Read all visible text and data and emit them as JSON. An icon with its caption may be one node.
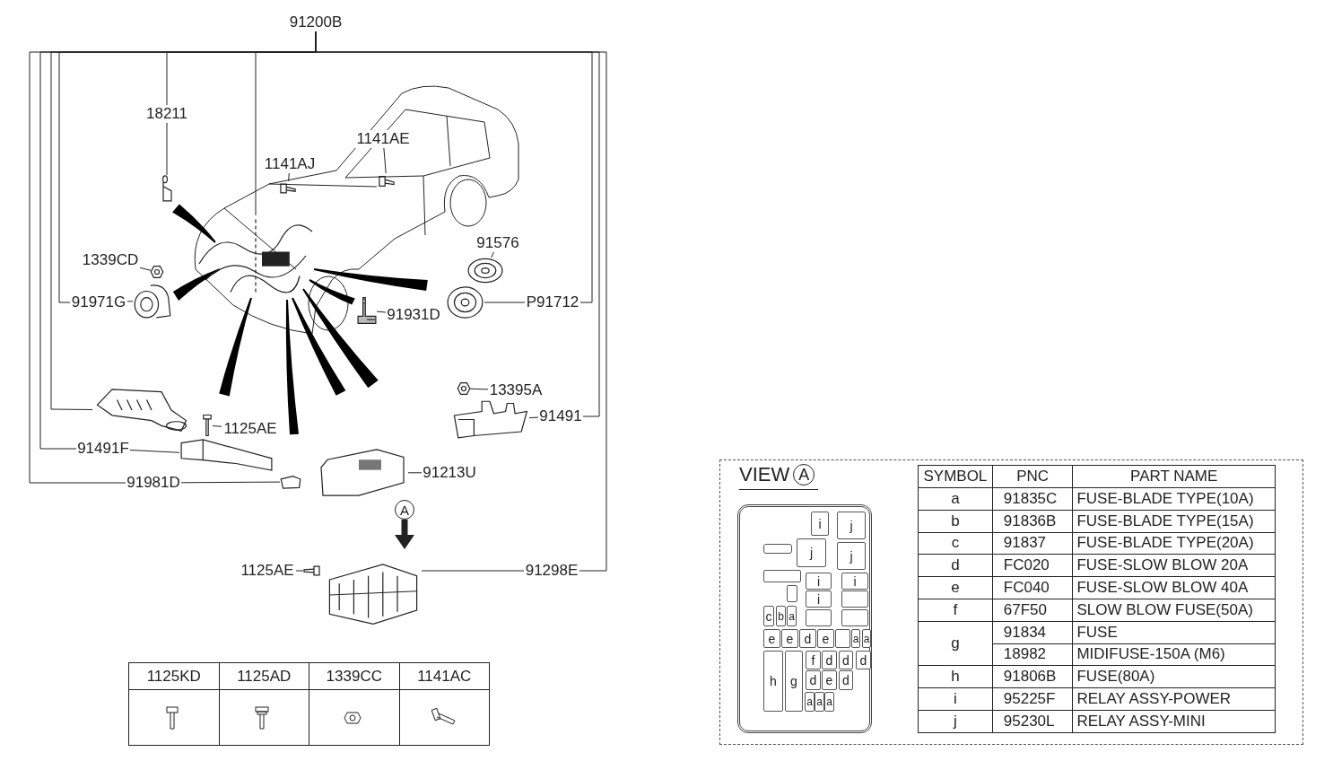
{
  "diagram": {
    "nodes": [
      {
        "text": [
          "91200B"
        ]
      },
      {
        "text": [
          "18211"
        ]
      },
      {
        "text": [
          "1141AJ"
        ]
      },
      {
        "text": [
          "1141AE"
        ]
      },
      {
        "text": [
          "1339CD"
        ]
      },
      {
        "text": [
          "91971G"
        ]
      },
      {
        "text": [
          "91576"
        ]
      },
      {
        "text": [
          "P91712"
        ]
      },
      {
        "text": [
          "91931D"
        ]
      },
      {
        "text": [
          "13395A"
        ]
      },
      {
        "text": [
          "91491"
        ]
      },
      {
        "text": [
          "1125AE"
        ]
      },
      {
        "text": [
          "91491F"
        ]
      },
      {
        "text": [
          "91981D"
        ]
      },
      {
        "text": [
          "91213U"
        ]
      },
      {
        "text": [
          "A"
        ]
      },
      {
        "text": [
          "1125AE"
        ]
      },
      {
        "text": [
          "91298E"
        ]
      },
      {
        "text": [],
        "shape": "picture"
      },
      {
        "text": [],
        "shape": "picture"
      },
      {
        "text": [],
        "shape": "picture"
      },
      {
        "text": [],
        "shape": "picture"
      },
      {
        "text": [],
        "shape": "picture"
      },
      {
        "text": [],
        "shape": "picture"
      },
      {
        "text": [],
        "shape": "picture"
      },
      {
        "text": [],
        "shape": "picture"
      },
      {
        "text": [],
        "shape": "picture"
      },
      {
        "text": [],
        "shape": "picture"
      },
      {
        "text": [],
        "shape": "picture"
      },
      {
        "text": [],
        "shape": "picture"
      },
      {
        "text": [],
        "shape": "picture"
      },
      {
        "text": [],
        "shape": "picture"
      },
      {
        "text": [],
        "shape": "picture"
      },
      {
        "text": [],
        "shape": "picture"
      },
      {
        "text": [],
        "shape": "picture"
      },
      {
        "text": [],
        "shape": "picture"
      },
      {
        "text": [],
        "shape": "box"
      },
      {
        "text": [
          "i"
        ],
        "in": 36
      },
      {
        "text": [
          "j"
        ],
        "in": 36
      },
      {
        "text": [],
        "shape": "bar",
        "in": 36
      },
      {
        "text": [
          "j"
        ],
        "in": 36
      },
      {
        "text": [
          "j"
        ],
        "in": 36
      },
      {
        "text": [],
        "shape": "box",
        "in": 36
      },
      {
        "text": [
          "i"
        ],
        "in": 36
      },
      {
        "text": [
          "i"
        ],
        "in": 36
      },
      {
        "text": [],
        "shape": "box",
        "in": 36
      },
      {
        "text": [
          "i"
        ],
        "in": 36
      },
      {
        "text": [],
        "shape": "box",
        "in": 36
      },
      {
        "text": [
          "c"
        ],
        "in": 36
      },
      {
        "text": [
          "b"
        ],
        "in": 36
      },
      {
        "text": [
          "a"
        ],
        "in": 36
      },
      {
        "text": [],
        "shape": "box",
        "in": 36
      },
      {
        "text": [],
        "shape": "box",
        "in": 36
      },
      {
        "text": [
          "e"
        ],
        "in": 36
      },
      {
        "text": [
          "e"
        ],
        "in": 36
      },
      {
        "text": [
          "d"
        ],
        "in": 36
      },
      {
        "text": [
          "e"
        ],
        "in": 36
      },
      {
        "text": [],
        "shape": "box",
        "in": 36
      },
      {
        "text": [
          "a"
        ],
        "in": 36
      },
      {
        "text": [
          "a"
        ],
        "in": 36
      },
      {
        "text": [
          "h"
        ],
        "in": 36
      },
      {
        "text": [
          "g"
        ],
        "in": 36
      },
      {
        "text": [
          "f"
        ],
        "in": 36
      },
      {
        "text": [
          "d"
        ],
        "in": 36
      },
      {
        "text": [
          "d"
        ],
        "in": 36
      },
      {
        "text": [
          "d"
        ],
        "in": 36
      },
      {
        "text": [
          "d"
        ],
        "in": 36
      },
      {
        "text": [
          "e"
        ],
        "in": 36
      },
      {
        "text": [
          "d"
        ],
        "in": 36
      },
      {
        "text": [
          "a"
        ],
        "in": 36
      },
      {
        "text": [
          "a"
        ],
        "in": 36
      },
      {
        "text": [
          "a"
        ],
        "in": 36
      }
    ],
    "edges": [
      {
        "from": 0,
        "to": 1,
        "arrow": "none"
      },
      {
        "from": 0,
        "to": 18,
        "arrow": "none"
      },
      {
        "from": 0,
        "to": 5,
        "arrow": "none"
      },
      {
        "from": 0,
        "to": 29,
        "arrow": "none"
      },
      {
        "from": 0,
        "to": 12,
        "arrow": "none"
      },
      {
        "from": 0,
        "to": 13,
        "arrow": "none"
      },
      {
        "from": 0,
        "to": 7,
        "arrow": "none"
      },
      {
        "from": 0,
        "to": 10,
        "arrow": "none"
      },
      {
        "from": 0,
        "to": 17,
        "arrow": "none"
      },
      {
        "from": 1,
        "to": 19,
        "arrow": "none"
      },
      {
        "from": 2,
        "to": 20,
        "arrow": "none"
      },
      {
        "from": 3,
        "to": 21,
        "arrow": "none"
      },
      {
        "from": 4,
        "to": 22,
        "arrow": "none"
      },
      {
        "from": 5,
        "to": 23,
        "arrow": "none"
      },
      {
        "from": 6,
        "to": 24,
        "arrow": "none"
      },
      {
        "from": 7,
        "to": 25,
        "arrow": "none"
      },
      {
        "from": 8,
        "to": 26,
        "arrow": "none"
      },
      {
        "from": 9,
        "to": 27,
        "arrow": "none"
      },
      {
        "from": 10,
        "to": 28,
        "arrow": "none"
      },
      {
        "from": 11,
        "to": 30,
        "arrow": "none"
      },
      {
        "from": 12,
        "to": 31,
        "arrow": "none"
      },
      {
        "from": 13,
        "to": 32,
        "arrow": "none"
      },
      {
        "from": 14,
        "to": 33,
        "arrow": "none"
      },
      {
        "from": 15,
        "to": 34,
        "arrow": "to",
        "style": "thick"
      },
      {
        "from": 16,
        "to": 35,
        "arrow": "none"
      },
      {
        "from": 17,
        "to": 34,
        "arrow": "none"
      }
    ],
    "labels": [
      "VIEW",
      "A",
      "1125KD",
      "1125AD",
      "1339CC",
      "1141AC",
      "SYMBOL",
      "PNC",
      "PART NAME",
      "a",
      "91835C",
      "FUSE-BLADE TYPE(10A)",
      "b",
      "91836B",
      "FUSE-BLADE TYPE(15A)",
      "c",
      "91837",
      "FUSE-BLADE TYPE(20A)",
      "d",
      "FC020",
      "FUSE-SLOW BLOW 20A",
      "e",
      "FC040",
      "FUSE-SLOW BLOW 40A",
      "f",
      "67F50",
      "SLOW BLOW FUSE(50A)",
      "g",
      "91834",
      "FUSE",
      "18982",
      "MIDIFUSE-150A (M6)",
      "h",
      "91806B",
      "FUSE(80A)",
      "i",
      "95225F",
      "RELAY ASSY-POWER",
      "j",
      "95230L",
      "RELAY ASSY-MINI"
    ]
  }
}
